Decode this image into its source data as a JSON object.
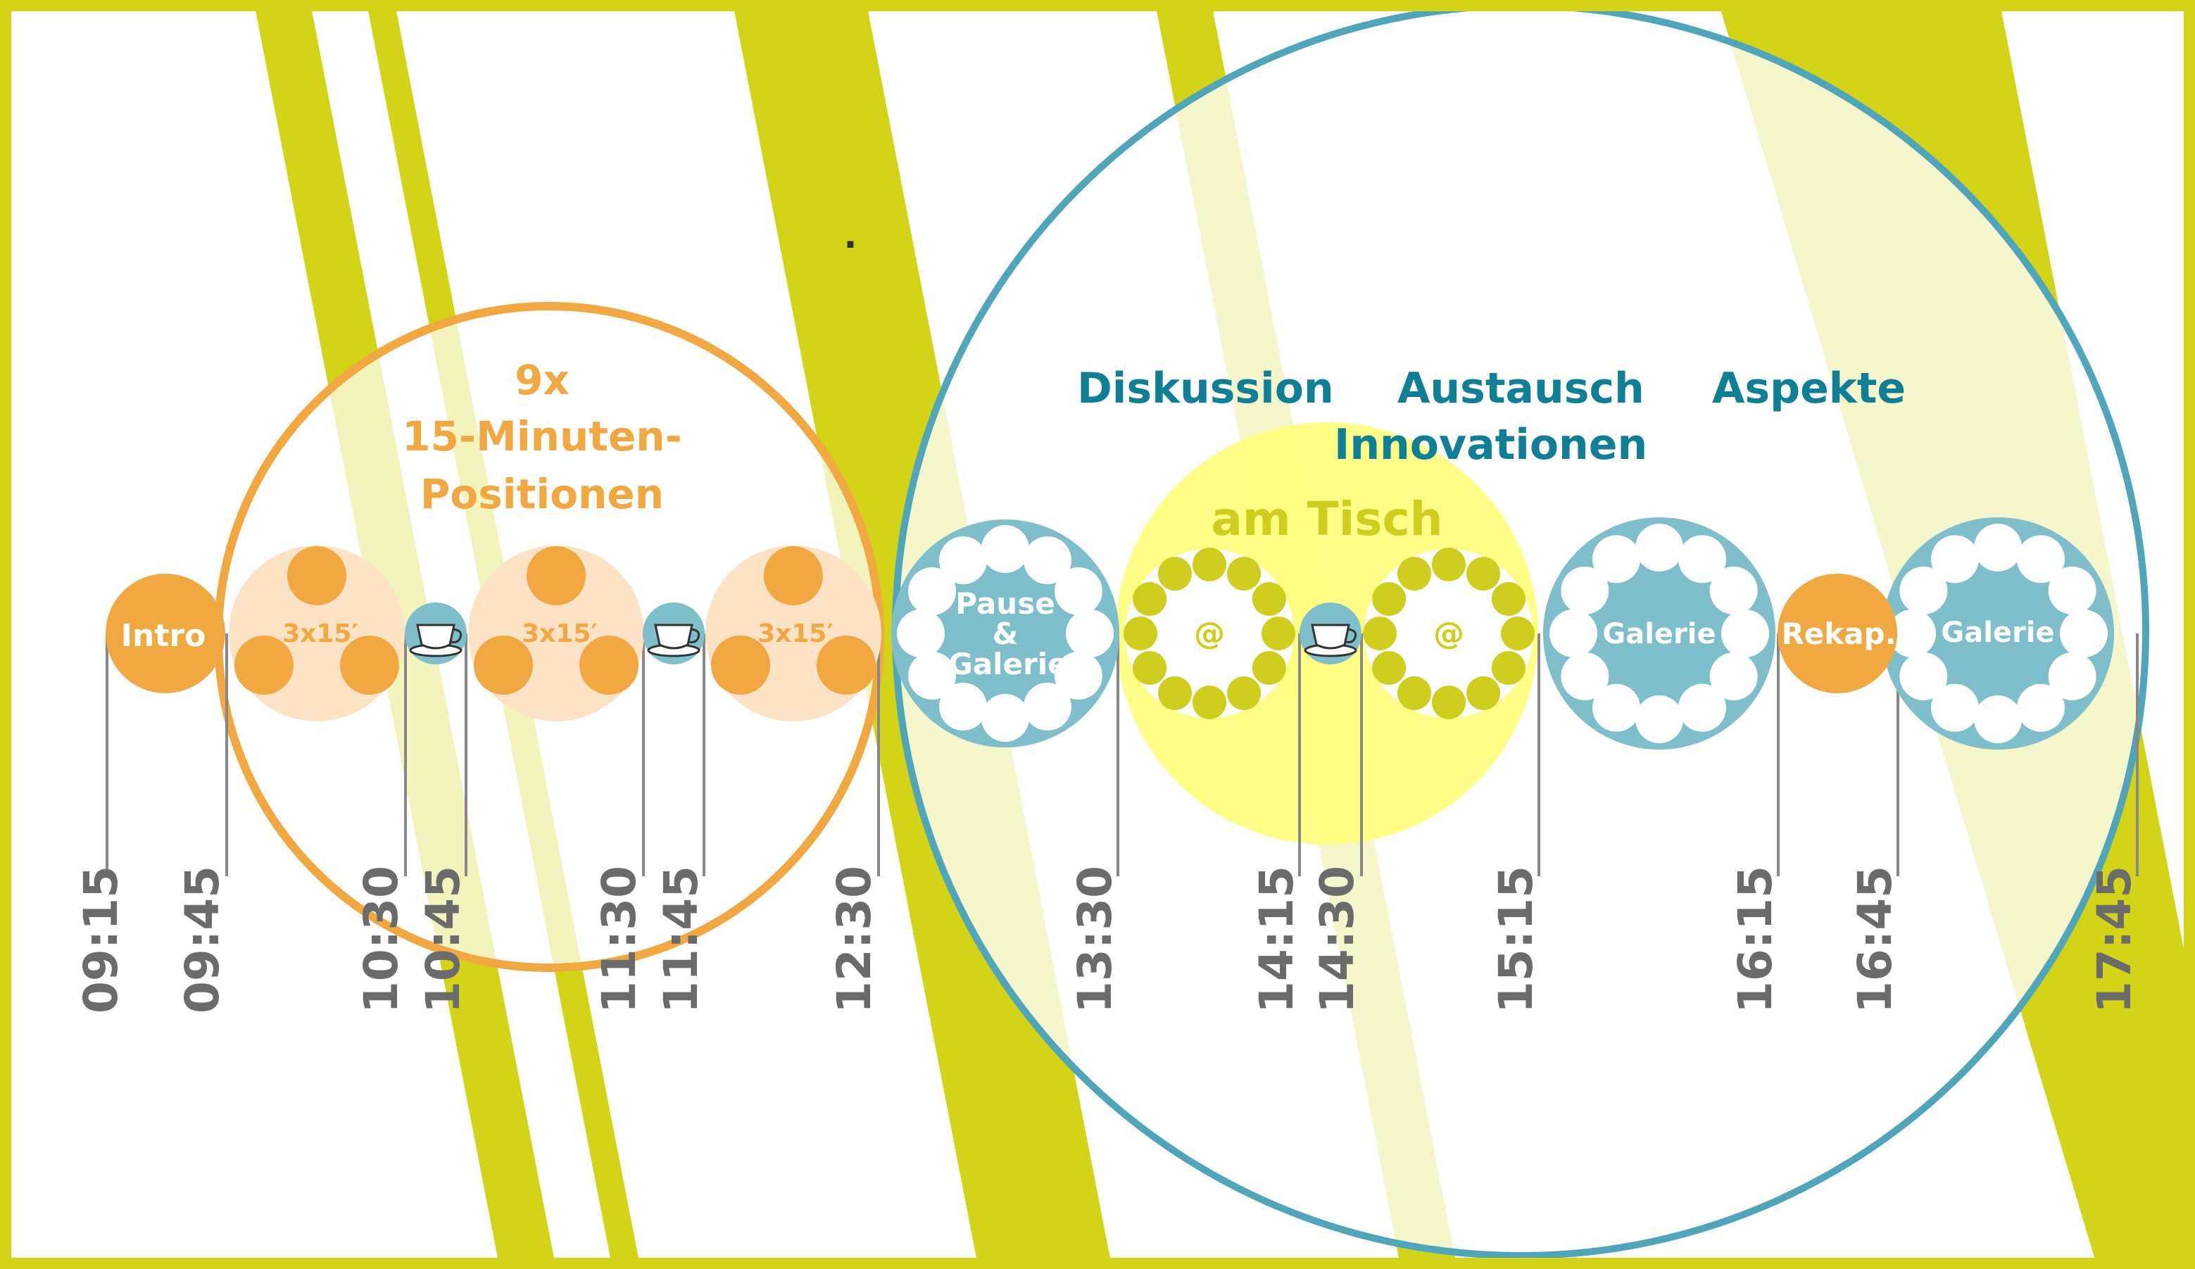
{
  "colors": {
    "frame": "#d3d417",
    "stripe": "#d3d417",
    "orange": "#f2a840",
    "orange_light": "#fde3c6",
    "blue": "#7fbecb",
    "blue_outline": "#4fa5ba",
    "yellow": "#ffff7a",
    "dots_green": "#cfce1e",
    "teal_text": "#0f7f95",
    "time_text": "#6b6b6b"
  },
  "left_group": {
    "title_line1": "9x",
    "title_line2": "15-Minuten-",
    "title_line3": "Positionen"
  },
  "right_group": {
    "topic_1": "Diskussion",
    "topic_2": "Austausch",
    "topic_3": "Aspekte",
    "topic_4": "Innovationen",
    "am_tisch": "am Tisch"
  },
  "nodes": {
    "intro": "Intro",
    "position_block_1": "3x15′",
    "position_block_2": "3x15′",
    "position_block_3": "3x15′",
    "pause_line1": "Pause",
    "pause_line2": "&",
    "pause_line3": "Galerie",
    "at_1": "@",
    "at_2": "@",
    "galerie_1": "Galerie",
    "rekap": "Rekap.",
    "galerie_2": "Galerie"
  },
  "icons": {
    "coffee_1": "coffee-cup-icon",
    "coffee_2": "coffee-cup-icon",
    "coffee_3": "coffee-cup-icon"
  },
  "times": [
    "09:15",
    "09:45",
    "10:30",
    "10:45",
    "11:30",
    "11:45",
    "12:30",
    "13:30",
    "14:15",
    "14:30",
    "15:15",
    "16:15",
    "16:45",
    "17:45"
  ],
  "misc": {
    "dot": "."
  }
}
